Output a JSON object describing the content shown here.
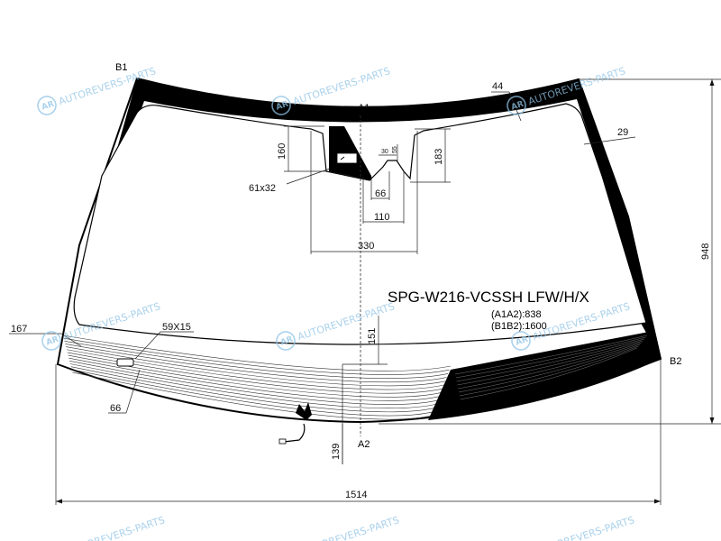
{
  "part_code": "SPG-W216-VCSSH LFW/H/X",
  "measurements": {
    "a1a2": "(A1A2):838",
    "b1b2": "(B1B2):1600"
  },
  "points": {
    "a1": "A1",
    "a2": "A2",
    "b1": "B1",
    "b2": "B2"
  },
  "dimensions": {
    "d1514": "1514",
    "d948": "948",
    "d44": "44",
    "d29": "29",
    "d160": "160",
    "d183": "183",
    "d30": "30",
    "d55": "55",
    "d61x32": "61x32",
    "d66_top": "66",
    "d110": "110",
    "d330": "330",
    "d151": "151",
    "d139": "139",
    "d167": "167",
    "d59x15": "59X15",
    "d66_side": "66"
  },
  "watermark": {
    "text": "AUTOREVERS-PARTS",
    "logo": "AR"
  },
  "colors": {
    "frit": "#000000",
    "watermark": "#8fc3e6"
  }
}
